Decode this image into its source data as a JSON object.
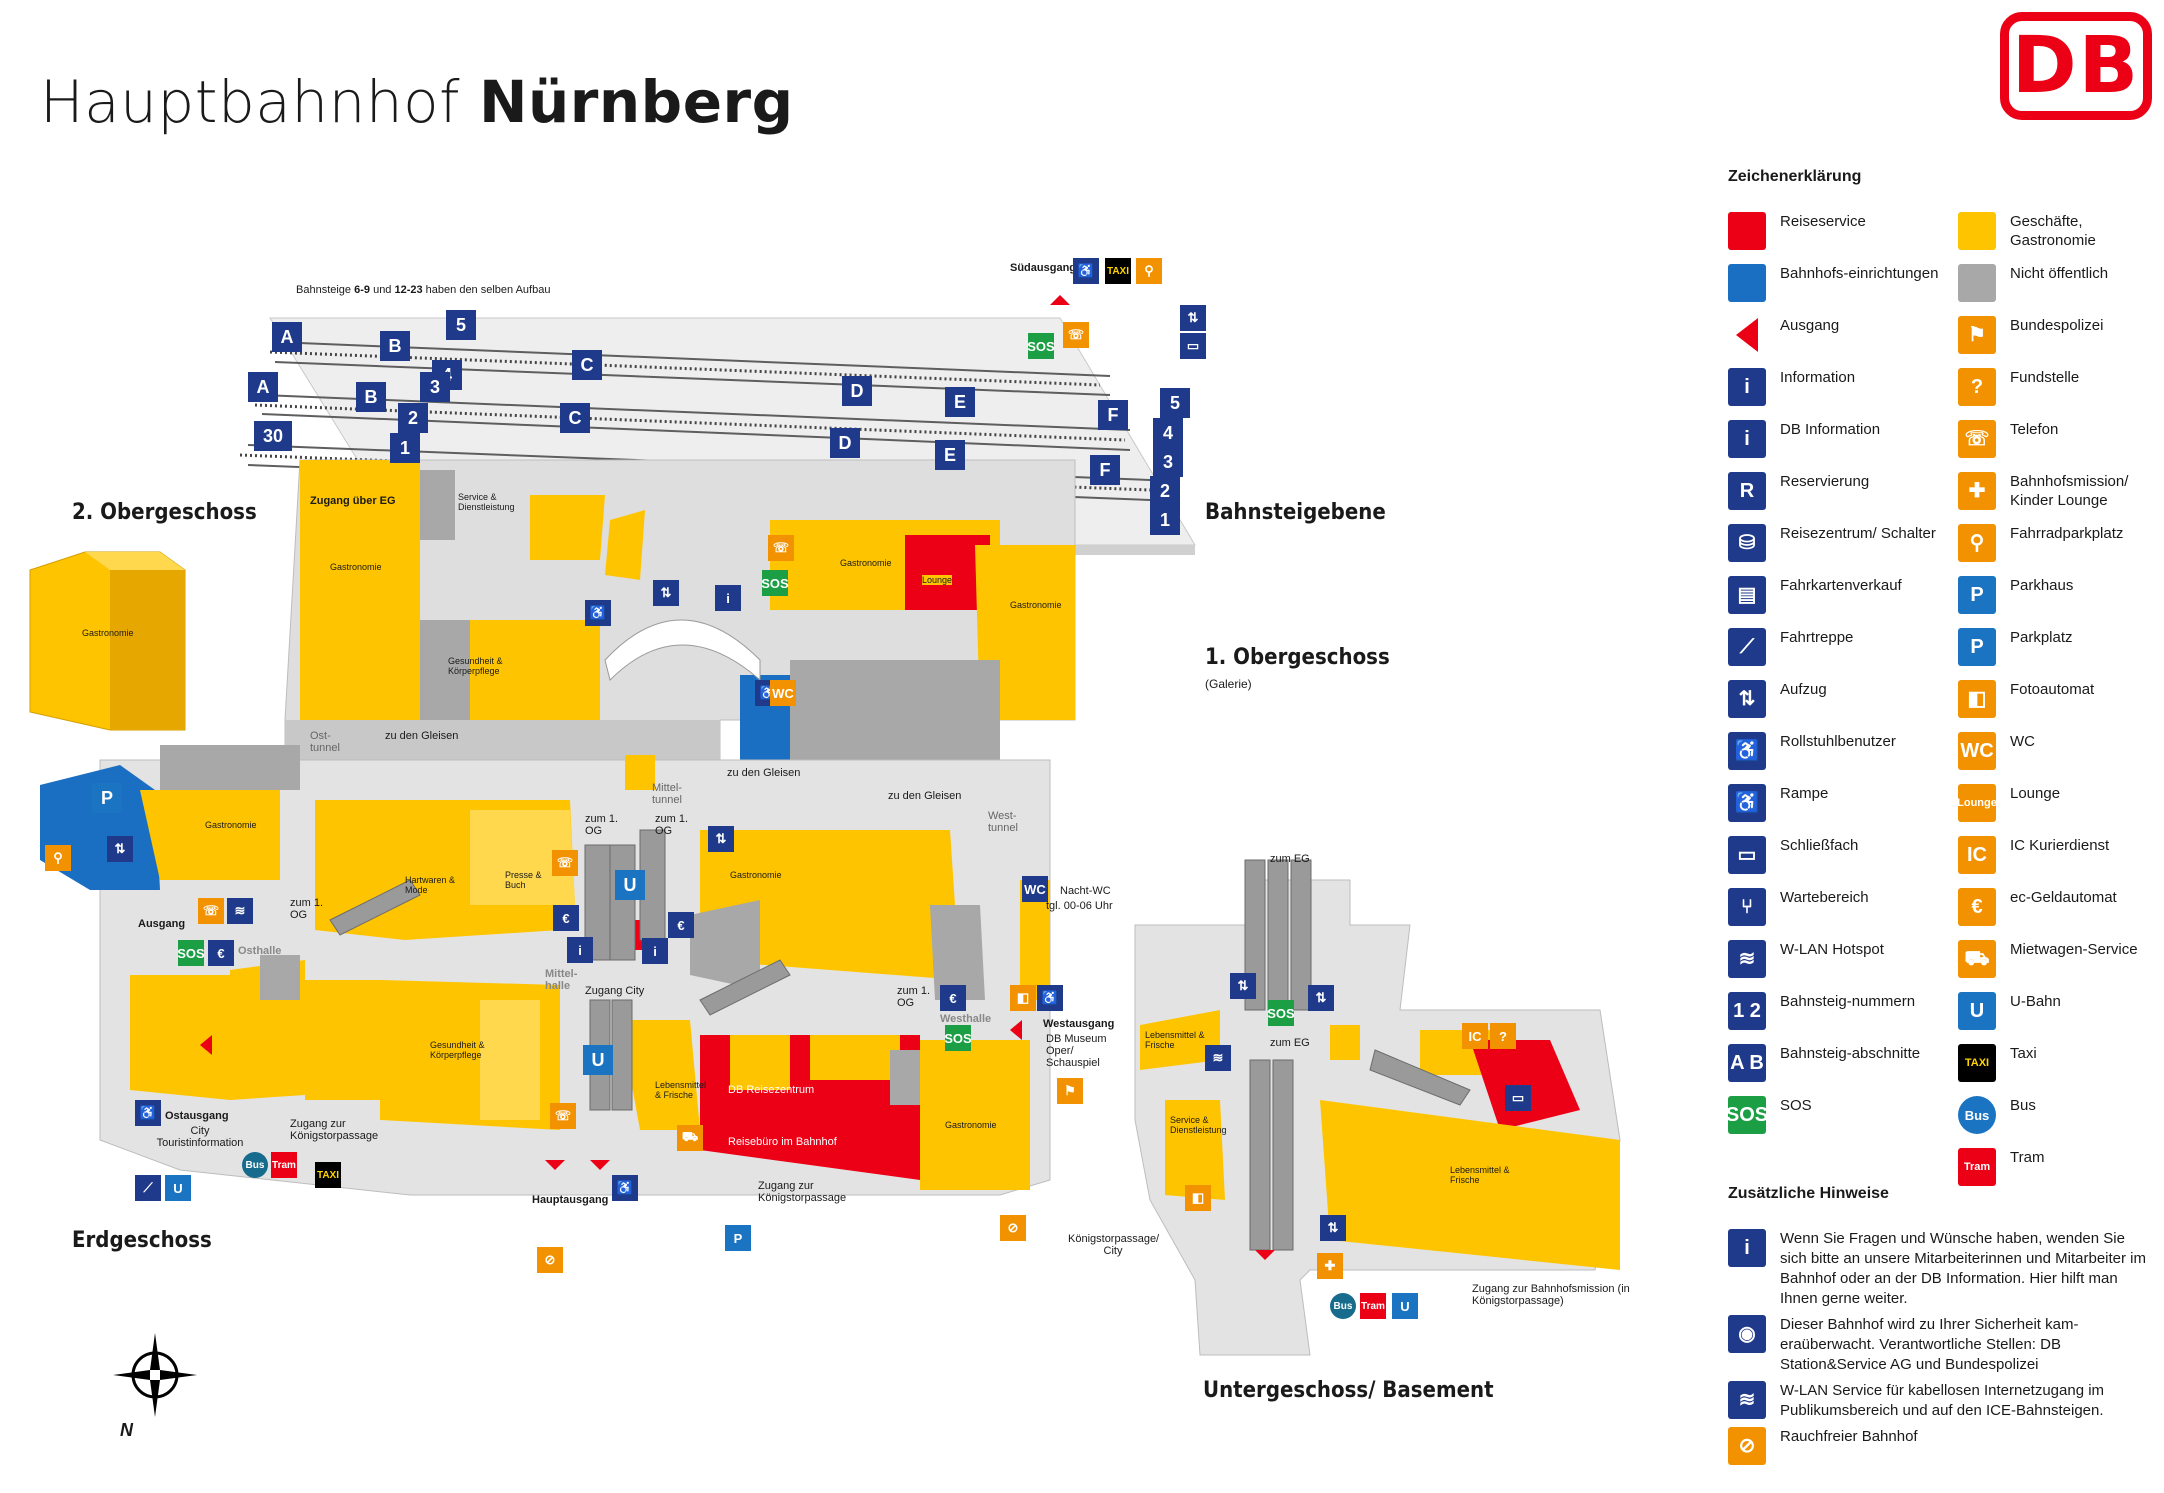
{
  "title": {
    "light": "Hauptbahnhof",
    "bold": "Nürnberg"
  },
  "logo": "DB",
  "colors": {
    "reiseservice": "#ec0016",
    "bahnhof": "#1a6fc2",
    "shops": "#ffc400",
    "closed": "#a8a8a8",
    "floor": "#e3e3e3",
    "icon": "#1f3a8a",
    "orange": "#f39200"
  },
  "floors": {
    "og2": "2. Obergeschoss",
    "bahnsteig": "Bahnsteigebene",
    "og1": "1. Obergeschoss",
    "og1_sub": "(Galerie)",
    "eg": "Erdgeschoss",
    "ug": "Untergeschoss/ Basement"
  },
  "map_labels": {
    "bahnsteig_note_a": "Bahnsteige ",
    "bahnsteig_note_b": "6-9",
    "bahnsteig_note_c": " und ",
    "bahnsteig_note_d": "12-23",
    "bahnsteig_note_e": " haben den selben Aufbau",
    "suedausgang": "Südausgang",
    "gastronomie": "Gastronomie",
    "lebensmittel": "Lebensmittel & Frische",
    "service": "Service & Dienstleistung",
    "gesundheit": "Gesundheit & Körperpflege",
    "hartwaren": "Hartwaren & Mode",
    "presse": "Presse & Buch",
    "zugang_eg": "Zugang über EG",
    "lounge": "Lounge",
    "ost_tunnel": "Ost-tunnel",
    "mittel_tunnel": "Mittel-tunnel",
    "west_tunnel": "West-tunnel",
    "zu_den_gleisen": "zu den Gleisen",
    "zum_1og": "zum 1. OG",
    "osthalle": "Osthalle",
    "mittelhalle": "Mittel-halle",
    "westhalle": "Westhalle",
    "ausgang": "Ausgang",
    "zugang_city": "Zugang City",
    "nacht_wc_a": "Nacht-WC",
    "nacht_wc_b": "tgl. 00-06 Uhr",
    "westausgang": "Westausgang",
    "westausgang_sub": "DB Museum Oper/ Schauspiel",
    "ostausgang": "Ostausgang",
    "ostausgang_sub": "City Touristinformation",
    "zugang_koenig": "Zugang zur Königstorpassage",
    "hauptausgang": "Hauptausgang",
    "reisezentrum": "DB Reisezentrum",
    "reisebuero": "Reisebüro im Bahnhof",
    "zum_eg": "zum EG",
    "koenigstor": "Königstorpassage/ City",
    "zugang_mission": "Zugang zur Bahnhofsmission (in Königstorpassage)",
    "north": "N"
  },
  "platforms": [
    "5",
    "4",
    "3",
    "2",
    "1",
    "30"
  ],
  "sections": [
    "A",
    "B",
    "C",
    "D",
    "E",
    "F"
  ],
  "legend": {
    "title": "Zeichenerklärung",
    "items": [
      {
        "label": "Reiseservice",
        "icon": "red-swatch"
      },
      {
        "label": "Geschäfte, Gastronomie",
        "icon": "yellow-swatch"
      },
      {
        "label": "Bahnhofs-einrichtungen",
        "icon": "blue-swatch"
      },
      {
        "label": "Nicht öffentlich",
        "icon": "gray-swatch"
      },
      {
        "label": "Ausgang",
        "icon": "exit-triangle-icon"
      },
      {
        "label": "Bundespolizei",
        "icon": "police-icon"
      },
      {
        "label": "Information",
        "icon": "i"
      },
      {
        "label": "Fundstelle",
        "icon": "?"
      },
      {
        "label": "DB Information",
        "icon": "i"
      },
      {
        "label": "Telefon",
        "icon": "☏"
      },
      {
        "label": "Reservierung",
        "icon": "R"
      },
      {
        "label": "Bahnhofsmission/ Kinder Lounge",
        "icon": "✚"
      },
      {
        "label": "Reisezentrum/ Schalter",
        "icon": "⛁"
      },
      {
        "label": "Fahrradparkplatz",
        "icon": "⚲"
      },
      {
        "label": "Fahrkartenverkauf",
        "icon": "▤"
      },
      {
        "label": "Parkhaus",
        "icon": "P"
      },
      {
        "label": "Fahrtreppe",
        "icon": "⟋"
      },
      {
        "label": "Parkplatz",
        "icon": "P"
      },
      {
        "label": "Aufzug",
        "icon": "⇅"
      },
      {
        "label": "Fotoautomat",
        "icon": "◧"
      },
      {
        "label": "Rollstuhlbenutzer",
        "icon": "♿"
      },
      {
        "label": "WC",
        "icon": "WC"
      },
      {
        "label": "Rampe",
        "icon": "♿"
      },
      {
        "label": "Lounge",
        "icon": "Lounge"
      },
      {
        "label": "Schließfach",
        "icon": "▭"
      },
      {
        "label": "IC Kurierdienst",
        "icon": "IC"
      },
      {
        "label": "Wartebereich",
        "icon": "⑂"
      },
      {
        "label": "ec-Geldautomat",
        "icon": "€"
      },
      {
        "label": "W-LAN Hotspot",
        "icon": "≋"
      },
      {
        "label": "Mietwagen-Service",
        "icon": "⛟"
      },
      {
        "label": "Bahnsteig-nummern",
        "icon": "1 2"
      },
      {
        "label": "U-Bahn",
        "icon": "U"
      },
      {
        "label": "Bahnsteig-abschnitte",
        "icon": "A B"
      },
      {
        "label": "Taxi",
        "icon": "TAXI"
      },
      {
        "label": "SOS",
        "icon": "SOS"
      },
      {
        "label": "Bus",
        "icon": "Bus"
      },
      {
        "label": "",
        "icon": ""
      },
      {
        "label": "Tram",
        "icon": "Tram"
      }
    ]
  },
  "hints": {
    "title": "Zusätzliche Hinweise",
    "items": [
      {
        "icon": "i",
        "text": "Wenn Sie Fragen und Wünsche haben, wenden Sie sich bitte an unsere Mitarbeiterinnen und Mitarbeiter im Bahnhof oder an der DB Information. Hier hilft man Ihnen gerne weiter."
      },
      {
        "icon": "◉",
        "text": "Dieser Bahnhof wird zu Ihrer Sicherheit kam-eraüberwacht. Verantwortliche Stellen: DB Station&Service AG und Bundespolizei"
      },
      {
        "icon": "≋",
        "text": "W-LAN Service für kabellosen Internetzugang im Publikumsbereich und auf den ICE-Bahnsteigen."
      },
      {
        "icon": "⊘",
        "text": "Rauchfreier Bahnhof"
      }
    ]
  }
}
